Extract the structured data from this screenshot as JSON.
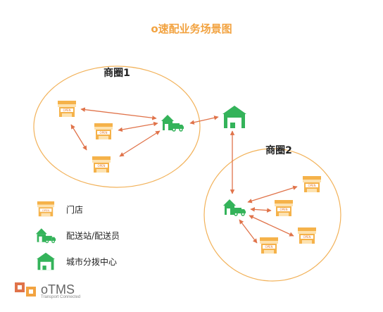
{
  "title": "o速配业务场景图",
  "zones": [
    {
      "label": "商圈1"
    },
    {
      "label": "商圈2"
    }
  ],
  "legend": [
    {
      "icon": "store-icon",
      "label": "门店"
    },
    {
      "icon": "delivery-station-icon",
      "label": "配送站/配送员"
    },
    {
      "icon": "warehouse-icon",
      "label": "城市分拨中心"
    }
  ],
  "brand": {
    "name": "oTMS",
    "tagline": "Transport Connected"
  },
  "colors": {
    "accent": "#f2a341",
    "store": "#f5b24a",
    "green": "#34b35a",
    "arrow": "#e0734a",
    "circle": "#f2b25a"
  }
}
